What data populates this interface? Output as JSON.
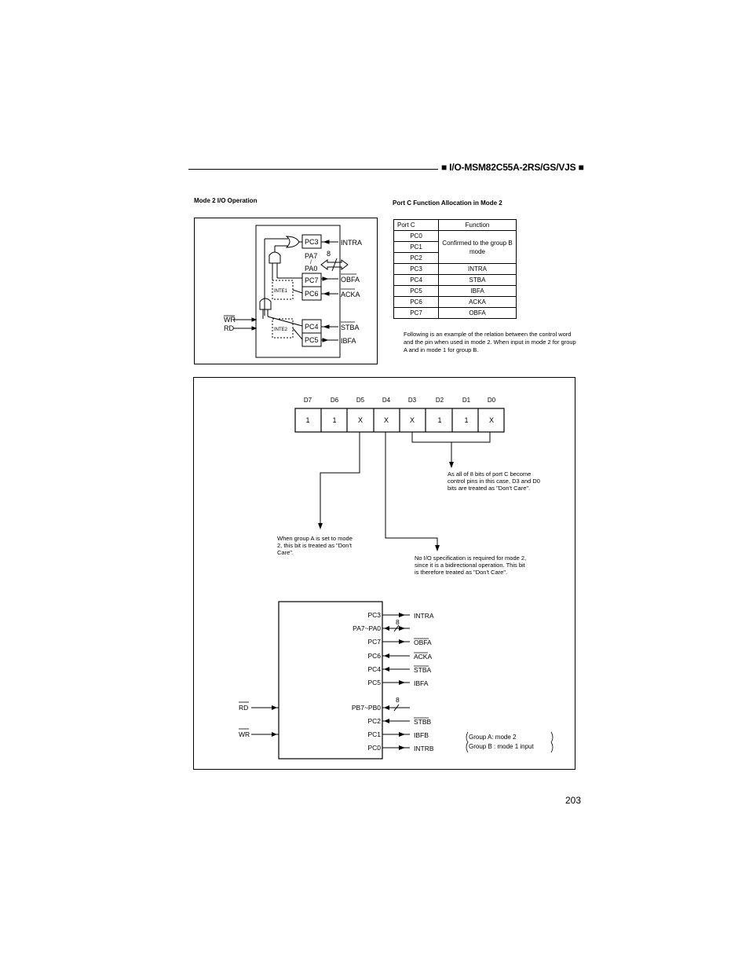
{
  "header": {
    "title": "■ I/O-MSM82C55A-2RS/GS/VJS ■"
  },
  "left_section": {
    "title": "Mode 2 I/O Operation",
    "pins": {
      "pc3": "PC3",
      "pa7": "PA7",
      "pa0": "PA0",
      "pc7": "PC7",
      "pc6": "PC6",
      "pc4": "PC4",
      "pc5": "PC5",
      "inte1": "INTE1",
      "inte2": "INTE2",
      "wr": "WR",
      "rd": "RD",
      "bus8": "8"
    },
    "signals": {
      "intra": "INTRA",
      "obfa": "OBFA",
      "acka": "ACKA",
      "stba": "STBA",
      "ibfa": "IBFA"
    }
  },
  "port_c_table": {
    "title": "Port C Function Allocation in Mode 2",
    "headers": [
      "Port C",
      "Function"
    ],
    "rows": [
      {
        "pin": "PC0",
        "function": "Confirmed to the group B mode"
      },
      {
        "pin": "PC1",
        "function": ""
      },
      {
        "pin": "PC2",
        "function": ""
      },
      {
        "pin": "PC3",
        "function": "INTRA"
      },
      {
        "pin": "PC4",
        "function": "STBA"
      },
      {
        "pin": "PC5",
        "function": "IBFA"
      },
      {
        "pin": "PC6",
        "function": "ACKA"
      },
      {
        "pin": "PC7",
        "function": "OBFA"
      }
    ],
    "note": "Following is an example of the relation between the control word and the pin when used in mode 2. When input in mode 2 for group A and in mode 1 for group B."
  },
  "control_word": {
    "bit_labels": [
      "D7",
      "D6",
      "D5",
      "D4",
      "D3",
      "D2",
      "D1",
      "D0"
    ],
    "bit_values": [
      "1",
      "1",
      "X",
      "X",
      "X",
      "1",
      "1",
      "X"
    ],
    "note_d3_d0": "As all of 8 bits of port C become control pins in this case, D3 and D0 bits are treated as \"Don't Care\".",
    "note_d5": "When group A is set to mode 2, this bit is treated as \"Don't Care\".",
    "note_d4": "No I/O specification is required for mode 2, since it is a bidirectional operation. This bit is therefore treated as \"Don't Care\"."
  },
  "bottom_diagram": {
    "pins": [
      "PC3",
      "PA7~PA0",
      "PC7",
      "PC6",
      "PC4",
      "PC5",
      "PB7~PB0",
      "PC2",
      "PC1",
      "PC0"
    ],
    "signals": [
      "INTRA",
      "OBFA",
      "ACKA",
      "STBA",
      "IBFA",
      "STBB",
      "IBFB",
      "INTRB"
    ],
    "bus_width": "8",
    "inputs": [
      "RD",
      "WR"
    ],
    "group_note": [
      "Group A:  mode 2",
      "Group B :  mode 1 input"
    ]
  },
  "page_number": "203"
}
